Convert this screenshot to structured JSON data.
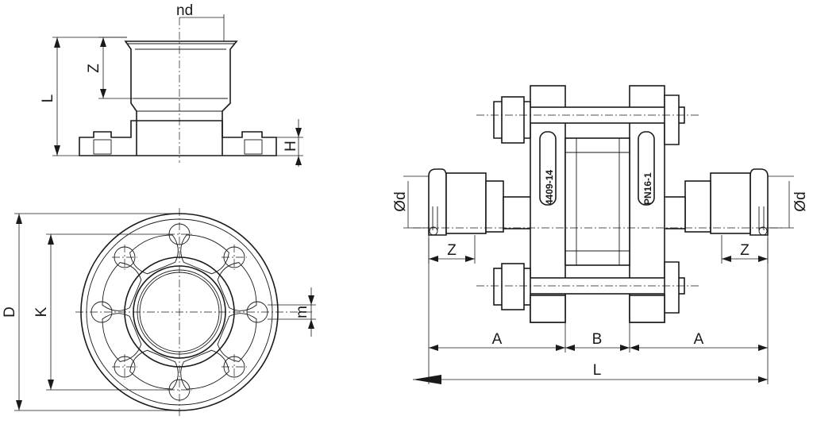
{
  "top_view": {
    "nd": "nd",
    "L": "L",
    "Z": "Z",
    "H": "H"
  },
  "front_view": {
    "D": "D",
    "K": "K",
    "m": "m"
  },
  "assembly": {
    "od_left": "Ød",
    "od_right": "Ød",
    "z_left": "Z",
    "z_right": "Z",
    "A_left": "A",
    "B": "B",
    "A_right": "A",
    "L": "L",
    "marking_left": "4409-14",
    "marking_right": "PN16-1"
  }
}
